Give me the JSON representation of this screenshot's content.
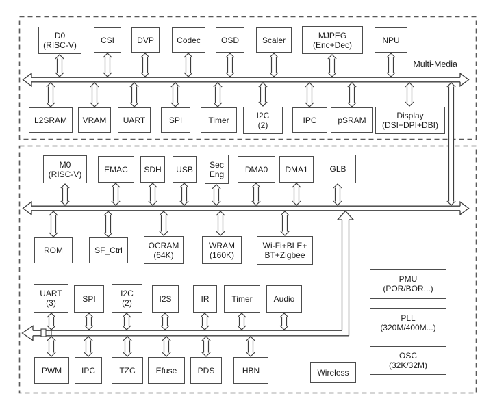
{
  "diagram": {
    "labels": {
      "multimedia_bus": "Multi-Media"
    },
    "blocks": {
      "mm_d0": "D0\n(RISC-V)",
      "mm_csi": "CSI",
      "mm_dvp": "DVP",
      "mm_codec": "Codec",
      "mm_osd": "OSD",
      "mm_scaler": "Scaler",
      "mm_mjpeg": "MJPEG\n(Enc+Dec)",
      "mm_npu": "NPU",
      "mm_l2sram": "L2SRAM",
      "mm_vram": "VRAM",
      "mm_uart": "UART",
      "mm_spi": "SPI",
      "mm_timer": "Timer",
      "mm_i2c": "I2C\n(2)",
      "mm_ipc": "IPC",
      "mm_psram": "pSRAM",
      "mm_display": "Display\n(DSI+DPI+DBI)",
      "m0": "M0\n(RISC-V)",
      "emac": "EMAC",
      "sdh": "SDH",
      "usb": "USB",
      "sec_eng": "Sec\nEng",
      "dma0": "DMA0",
      "dma1": "DMA1",
      "glb": "GLB",
      "rom": "ROM",
      "sf_ctrl": "SF_Ctrl",
      "ocram": "OCRAM\n(64K)",
      "wram": "WRAM\n(160K)",
      "wifi": "Wi-Fi+BLE+\nBT+Zigbee",
      "uart3": "UART\n(3)",
      "spi": "SPI",
      "i2c": "I2C\n(2)",
      "i2s": "I2S",
      "ir": "IR",
      "timer": "Timer",
      "audio": "Audio",
      "pwm": "PWM",
      "ipc": "IPC",
      "tzc": "TZC",
      "efuse": "Efuse",
      "pds": "PDS",
      "hbn": "HBN",
      "wireless": "Wireless",
      "pmu": "PMU\n(POR/BOR...)",
      "pll": "PLL\n(320M/400M...)",
      "osc": "OSC\n(32K/32M)"
    }
  }
}
